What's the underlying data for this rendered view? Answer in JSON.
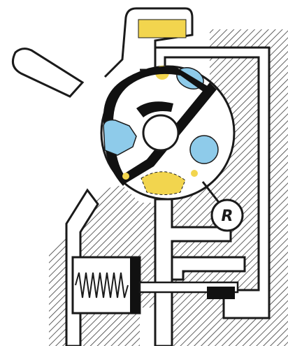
{
  "diagram": {
    "labels": {
      "relief_valve": "R"
    },
    "colors": {
      "background": "#ffffff",
      "hatch": "#3a3a3a",
      "line": "#1a1a1a",
      "blue_chamber": "#8ecbea",
      "yellow_port": "#f2d54e",
      "rotor_body": "#111111"
    },
    "components": [
      "housing-hatched",
      "inlet-port-top",
      "outlet-channel-right",
      "rotor-disc",
      "rotor-shaft-hub",
      "vane-chambers",
      "relief-valve",
      "spring-regulator",
      "piston-rod",
      "separate-vane-blade"
    ]
  }
}
